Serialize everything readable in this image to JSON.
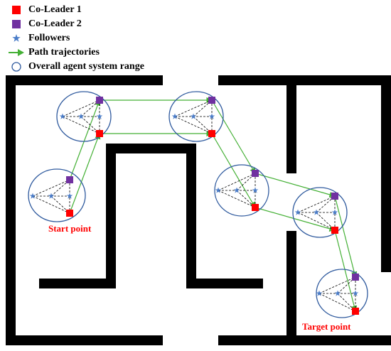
{
  "legend": {
    "co_leader_1": "Co-Leader 1",
    "co_leader_2": "Co-Leader 2",
    "followers": "Followers",
    "path_trajectories": "Path trajectories",
    "system_range": "Overall agent system range"
  },
  "labels": {
    "start_point": "Start point",
    "target_point": "Target point"
  },
  "colors": {
    "co_leader_1": "#ff0000",
    "co_leader_2": "#7030a0",
    "followers": "#4a7cc8",
    "path": "#44b035",
    "range": "#2f5a9e",
    "walls": "#000000",
    "label_text": "#ff0000"
  },
  "icons": {
    "co_leader_1": "red-square",
    "co_leader_2": "purple-square",
    "followers": "blue-star",
    "path": "green-arrow",
    "range": "blue-circle"
  }
}
